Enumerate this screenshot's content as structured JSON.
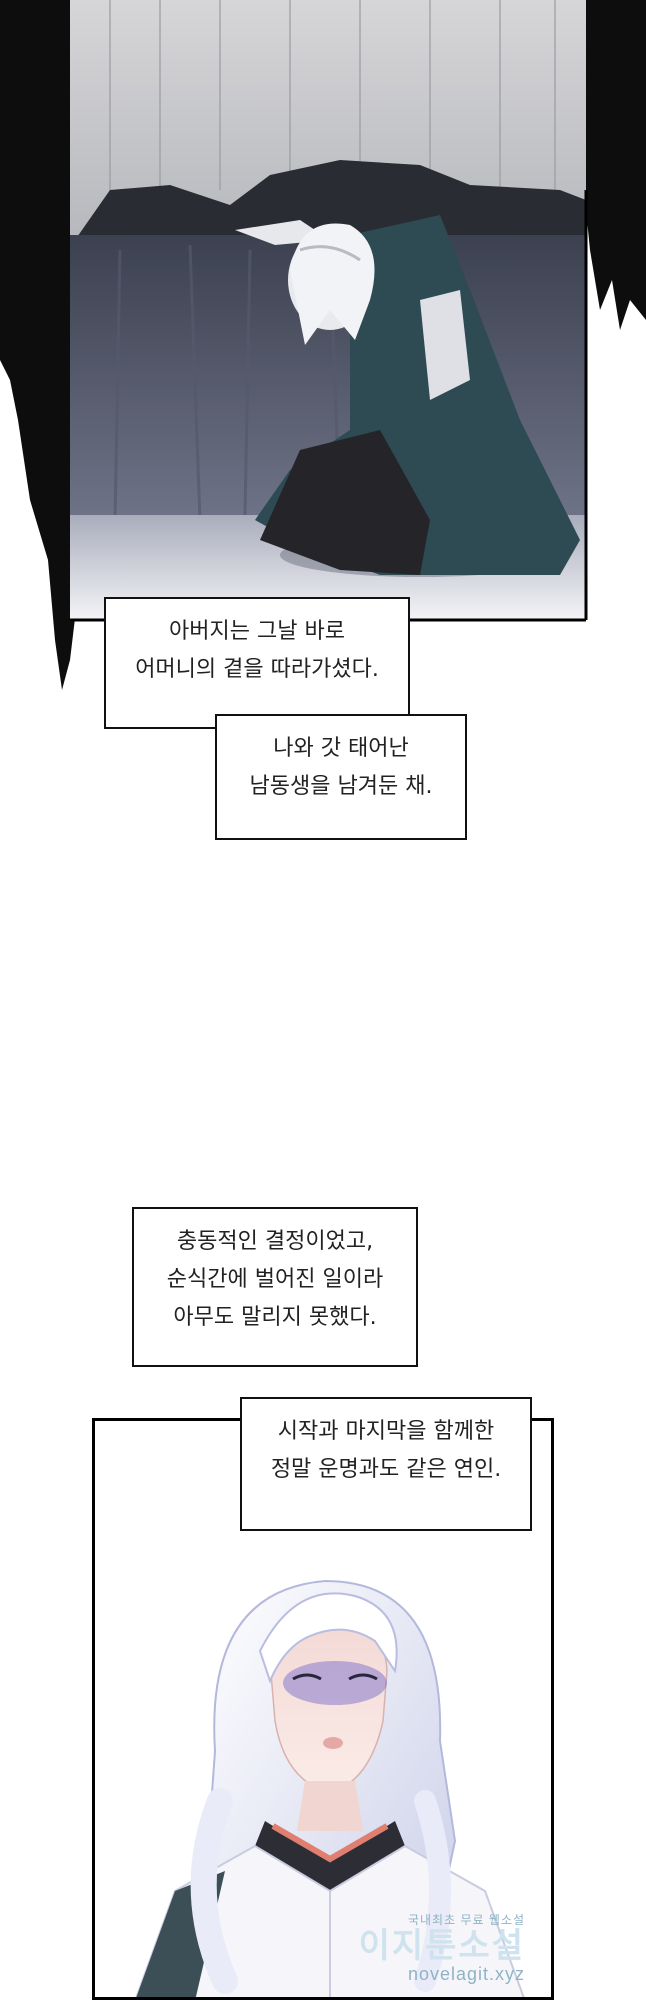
{
  "captions": {
    "c1": [
      "아버지는 그날 바로",
      "어머니의 곁을 따라가셨다."
    ],
    "c2": [
      "나와 갓 태어난",
      "남동생을 남겨둔 채."
    ],
    "c3": [
      "충동적인 결정이었고,",
      "순식간에 벌어진 일이라",
      "아무도 말리지 못했다."
    ],
    "c4": [
      "시작과 마지막을 함께한",
      "정말 운명과도 같은 연인."
    ]
  },
  "watermark": {
    "top": "국내최초 무료 웹소설",
    "main": "이지툰소설",
    "url": "novelagit.xyz"
  }
}
